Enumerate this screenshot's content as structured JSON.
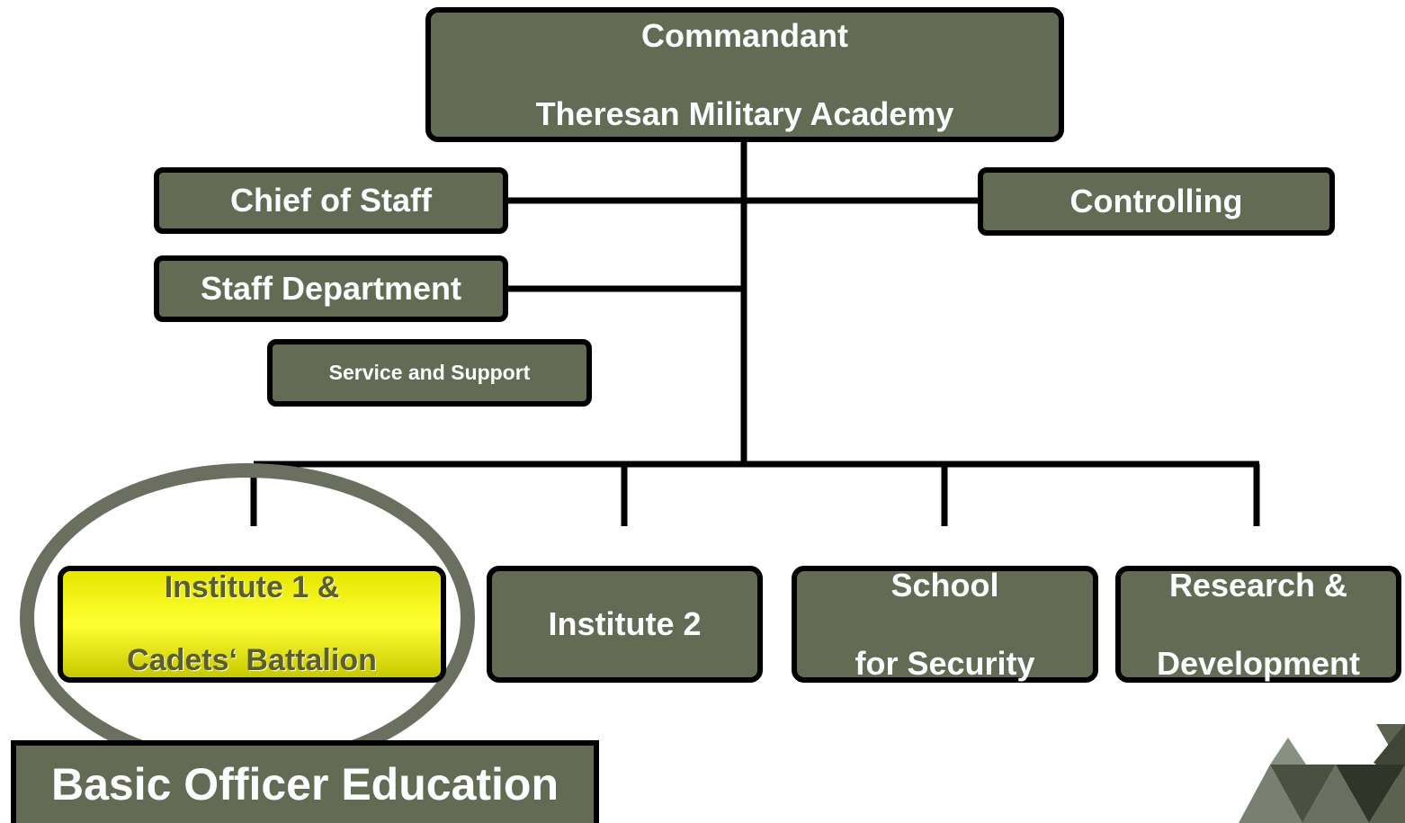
{
  "orgchart": {
    "commandant": {
      "line1": "Commandant",
      "line2": "Theresan Military Academy"
    },
    "chief_of_staff": "Chief of Staff",
    "controlling": "Controlling",
    "staff_department": "Staff Department",
    "service_and_support": "Service and Support",
    "units": {
      "institute1": {
        "line1": "Institute 1 &",
        "line2": "Cadets‘ Battalion"
      },
      "institute2": "Institute 2",
      "school": {
        "line1": "School",
        "line2": "for Security"
      },
      "research": {
        "line1": "Research &",
        "line2": "Development"
      }
    },
    "highlight_label": "Basic Officer Education"
  },
  "colors": {
    "box_fill": "#636b55",
    "box_border": "#000000",
    "box_text": "#ffffff",
    "highlight_fill": "#ffff33",
    "highlight_text": "#5b5f2a",
    "ellipse": "#6a6f60"
  },
  "icons": {
    "logo": "triangle-logo-icon"
  }
}
